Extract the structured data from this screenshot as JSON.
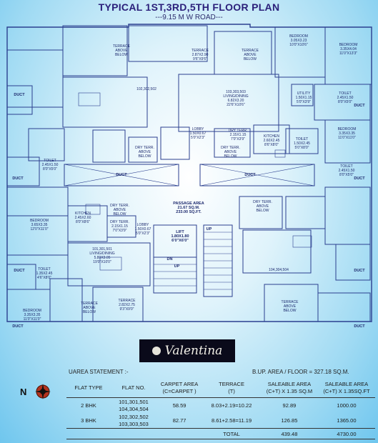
{
  "title": "TYPICAL 1ST,3RD,5TH  FLOOR PLAN",
  "road": "---9.15 M W ROAD---",
  "rooms": [
    {
      "name": "TERRACE\nABOVE\nBELOW"
    },
    {
      "name": "TERRACE\n2.87X2.90\n9'6\"X9'6\""
    },
    {
      "name": "TERRACE\nABOVE\nBELOW"
    },
    {
      "name": "BEDROOM\n3.05X3.23\n10'0\"X10'6\""
    },
    {
      "name": "BEDROOM\n3.35X4.04\n11'0\"X13'3\""
    },
    {
      "name": "102,302,502"
    },
    {
      "name": "103,303,503\nLIVING/DINING\n6.82X3.20\n22'6\"X10'6\""
    },
    {
      "name": "UTILITY\n1.50X1.15\n5'0\"X3'9\""
    },
    {
      "name": "TOILET\n2.45X1.50\n8'0\"X5'0\""
    },
    {
      "name": "DUCT"
    },
    {
      "name": "DUCT"
    },
    {
      "name": "LOBBY\n1.50X0.67\n5'0\"X2'3\""
    },
    {
      "name": "DRY TERR.\n2.15X1.15\n7'0\"X3'9\""
    },
    {
      "name": "KITCHEN\n2.60X2.45\n8'6\"X8'0\""
    },
    {
      "name": "TOILET\n1.50X2.45\n5'0\"X8'0\""
    },
    {
      "name": "BEDROOM\n3.35X3.35\n11'0\"X11'0\""
    },
    {
      "name": "DRY TERR.\nABOVE\nBELOW"
    },
    {
      "name": "DRY TERR.\nABOVE\nBELOW"
    },
    {
      "name": "TOILET\n2.45X1.50\n8'0\"X5'0\""
    },
    {
      "name": "TOILET\n2.45X1.50\n8'0\"X5'0\""
    },
    {
      "name": "DUCT"
    },
    {
      "name": "DUCT"
    },
    {
      "name": "DUCT"
    },
    {
      "name": "DUCT"
    },
    {
      "name": "PASSAGE AREA\n21.67 SQ.M.\n233.00 SQ.FT."
    },
    {
      "name": "DRY TERR.\nABOVE\nBELOW"
    },
    {
      "name": "DRY TERR.\nABOVE\nBELOW"
    },
    {
      "name": "KITCHEN\n2.45X2.60\n8'0\"X8'6\""
    },
    {
      "name": "DRY TERR.\n2.15X1.15\n7'0\"X3'9\""
    },
    {
      "name": "LOBBY\n1.50X0.67\n5'0\"X2'3\""
    },
    {
      "name": "BEDROOM\n3.65X3.35\n12'0\"X11'0\""
    },
    {
      "name": "101,301,501\nLIVING/DINING\n5.80X3.05\n19'0\"X10'0\""
    },
    {
      "name": "LIFT\n1.80X1.80\n6'0\"X6'0\""
    },
    {
      "name": "UP"
    },
    {
      "name": "DN"
    },
    {
      "name": "UP"
    },
    {
      "name": "104,304,504"
    },
    {
      "name": "DUCT"
    },
    {
      "name": "DUCT"
    },
    {
      "name": "TOILET\n1.35X2.45\n4'6\"X8'0\""
    },
    {
      "name": "BEDROOM\n3.35X3.35\n11'0\"X11'0\""
    },
    {
      "name": "TERRACE\nABOVE\nBELOW"
    },
    {
      "name": "TERRACE\n2.82X2.75\n9'3\"X9'0\""
    },
    {
      "name": "TERRACE\nABOVE\nBELOW"
    },
    {
      "name": "DUCT"
    },
    {
      "name": "DUCT"
    }
  ],
  "logo": "Valentina",
  "area_statement_label": "UAREA STATEMENT :-",
  "bup_area": "B.UP. AREA / FLOOR =  327.18 SQ.M.",
  "table": {
    "headers": [
      "FLAT TYPE",
      "FLAT NO.",
      "CARPET AREA\n(C=CARPET )",
      "TERRACE\n(T)",
      "SALEABLE AREA\n(C+T) X 1.35 SQ.M",
      "SALEABLE AREA\n(C+T) X 1.35SQ.FT"
    ],
    "rows": [
      [
        "2 BHK",
        "101,301,501\n104,304,504",
        "58.59",
        "8.03+2.19=10.22",
        "92.89",
        "1000.00"
      ],
      [
        "3 BHK",
        "102,302,502\n103,303,503",
        "82.77",
        "8.61+2.58=11.19",
        "126.85",
        "1365.00"
      ]
    ],
    "total_label": "TOTAL",
    "total_sqm": "439.48",
    "total_sqft": "4730.00"
  },
  "compass_letter": "N",
  "colors": {
    "line": "#2b3f8f",
    "title": "#2a1f7a",
    "logo_bg": "#0a0a1a",
    "compass": "#b2331f"
  }
}
